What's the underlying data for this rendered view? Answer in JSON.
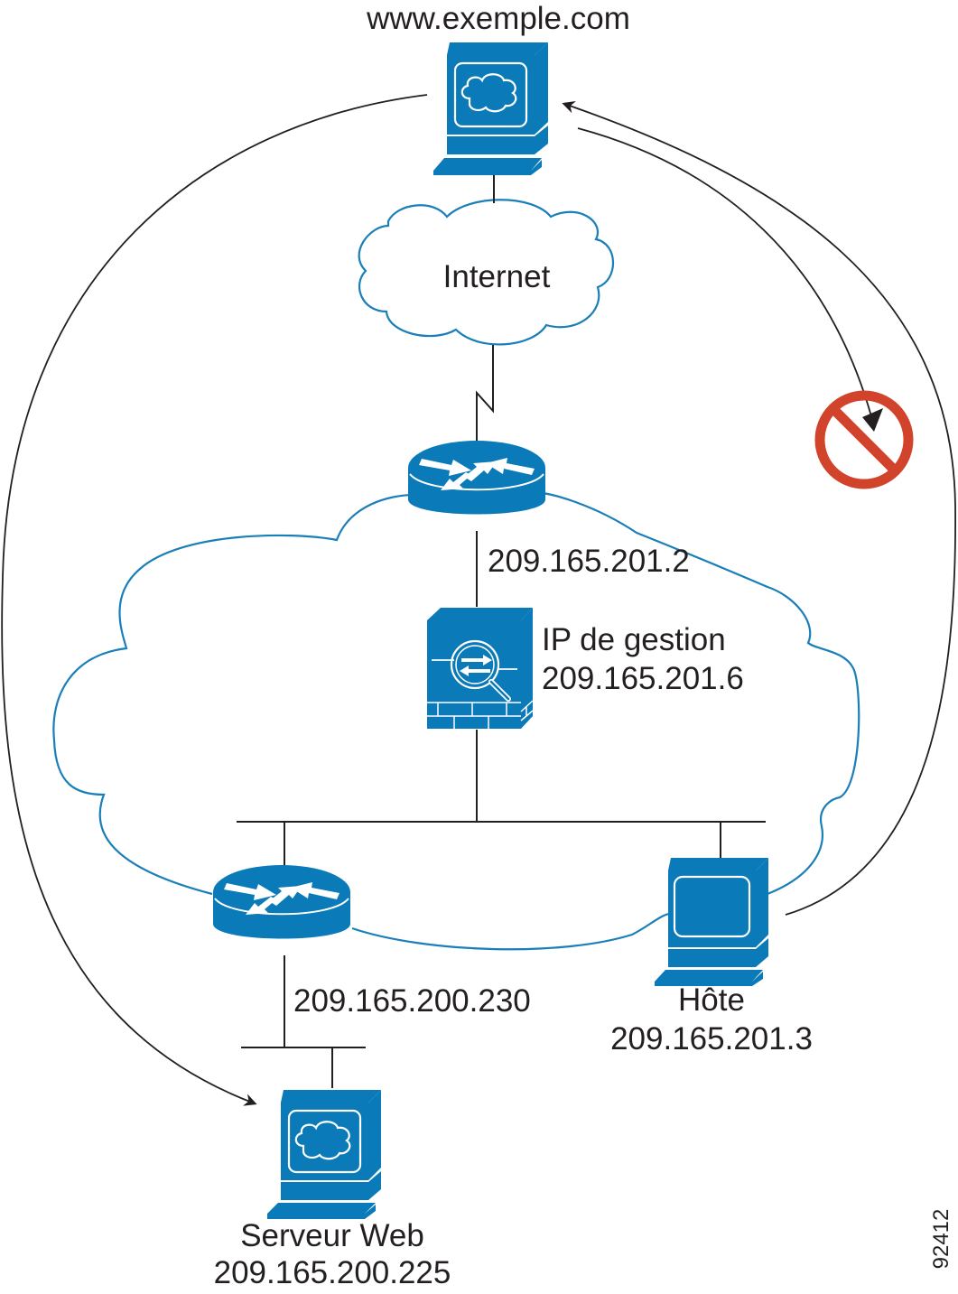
{
  "diagram": {
    "figure_id": "92412",
    "colors": {
      "device": "#0a7ab8",
      "cloud_outline": "#1a7fb9",
      "blocked": "#d2432b",
      "line": "#231f20"
    },
    "nodes": {
      "external_server": {
        "label": "www.exemple.com",
        "icon": "web-server-icon"
      },
      "internet": {
        "label": "Internet",
        "icon": "cloud-icon"
      },
      "outside_router": {
        "ip": "209.165.201.2",
        "icon": "router-icon"
      },
      "firewall": {
        "label": "IP de gestion",
        "ip": "209.165.201.6",
        "icon": "firewall-icon"
      },
      "inside_router": {
        "ip": "209.165.200.230",
        "icon": "router-icon"
      },
      "host": {
        "label": "Hôte",
        "ip": "209.165.201.3",
        "icon": "workstation-icon"
      },
      "web_server": {
        "label": "Serveur Web",
        "ip": "209.165.200.225",
        "icon": "web-server-icon"
      }
    },
    "flows": [
      {
        "from": "external_server",
        "to": "web_server",
        "status": "allowed"
      },
      {
        "from": "host",
        "to": "external_server",
        "status": "allowed"
      },
      {
        "from": "external_server",
        "to": "host",
        "status": "blocked",
        "icon": "prohibited-icon"
      }
    ]
  }
}
